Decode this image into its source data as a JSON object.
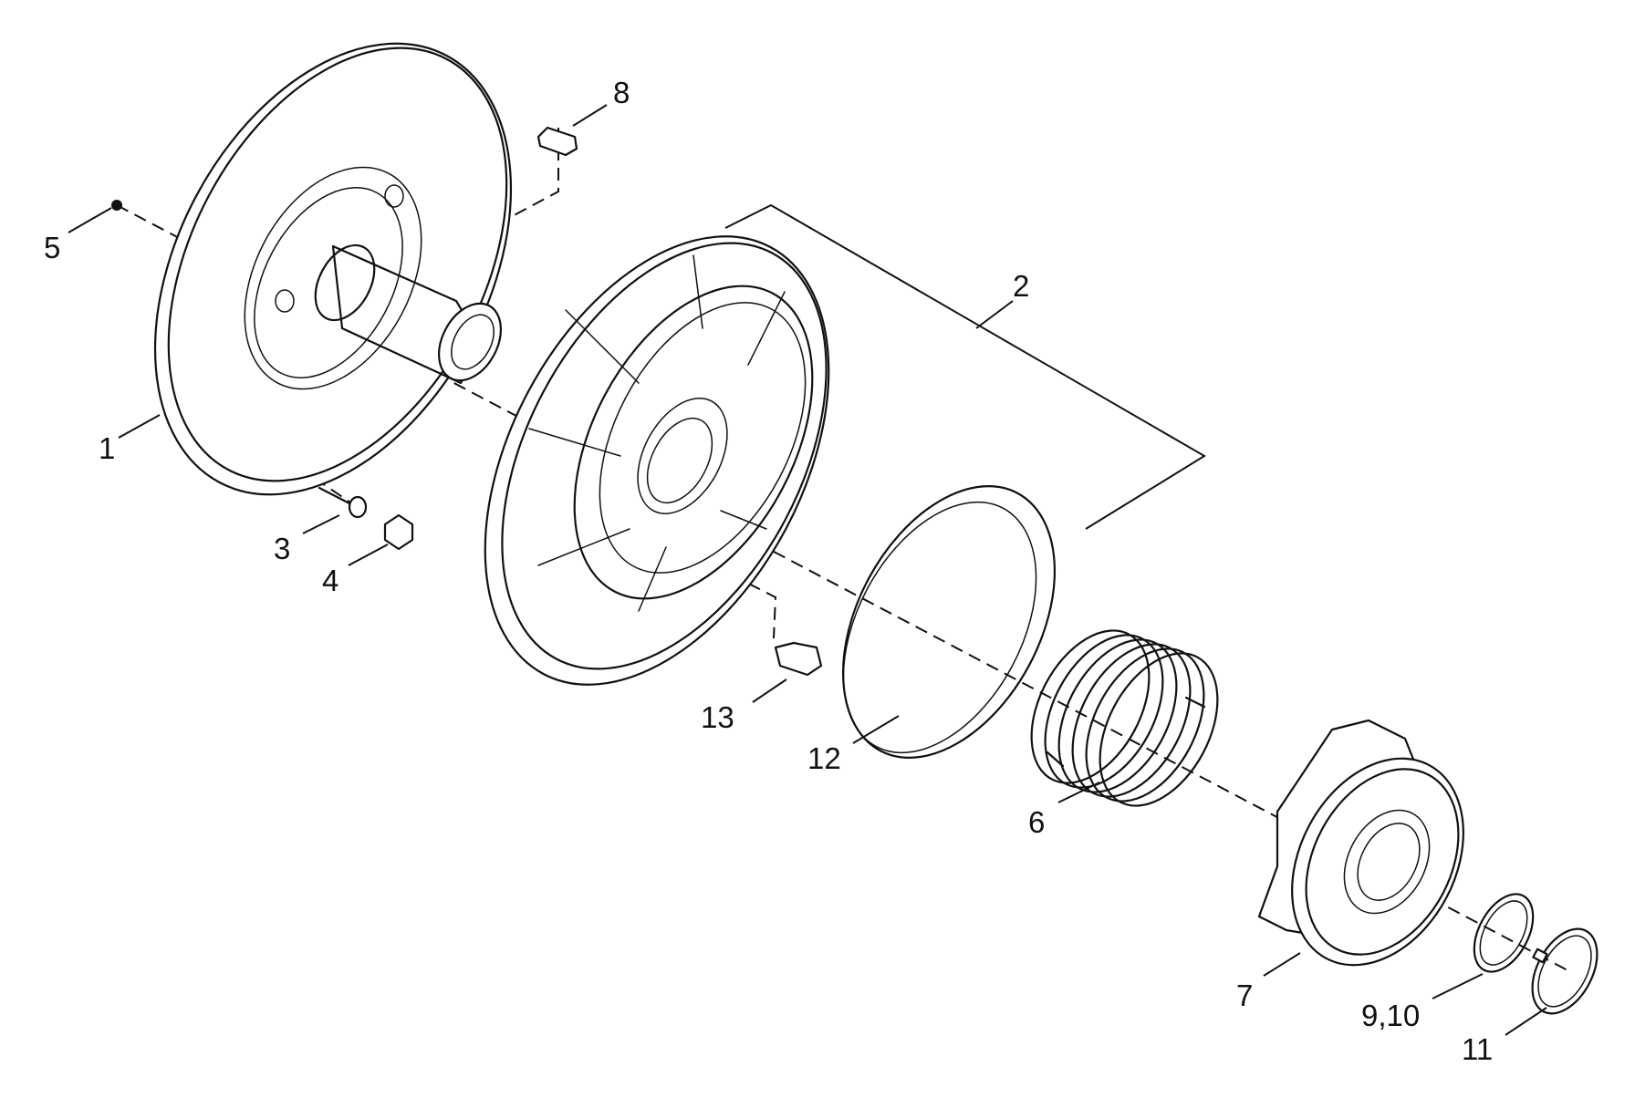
{
  "callouts": {
    "c1": "1",
    "c2": "2",
    "c3": "3",
    "c4": "4",
    "c5": "5",
    "c6": "6",
    "c7": "7",
    "c8": "8",
    "c9_10": "9,10",
    "c11": "11",
    "c12": "12",
    "c13": "13"
  }
}
